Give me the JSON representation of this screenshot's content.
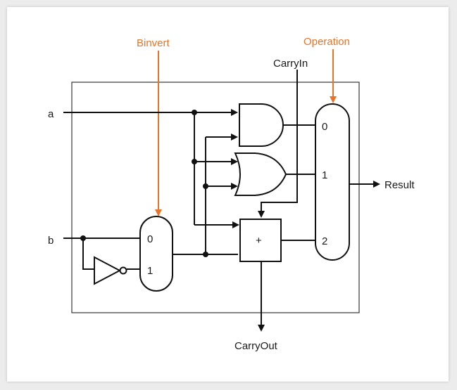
{
  "labels": {
    "binvert": "Binvert",
    "operation": "Operation",
    "carry_in": "CarryIn",
    "carry_out": "CarryOut",
    "input_a": "a",
    "input_b": "b",
    "result": "Result",
    "mux_b_in0": "0",
    "mux_b_in1": "1",
    "mux_op_in0": "0",
    "mux_op_in1": "1",
    "mux_op_in2": "2",
    "adder_symbol": "+"
  },
  "colors": {
    "control_signal": "#e8742a",
    "wire": "#111111",
    "background": "#ffffff"
  },
  "icons": {
    "and_gate": "and-gate-icon",
    "or_gate": "or-gate-icon",
    "not_gate": "inverter-icon",
    "adder": "adder-icon",
    "mux": "multiplexer-icon"
  }
}
